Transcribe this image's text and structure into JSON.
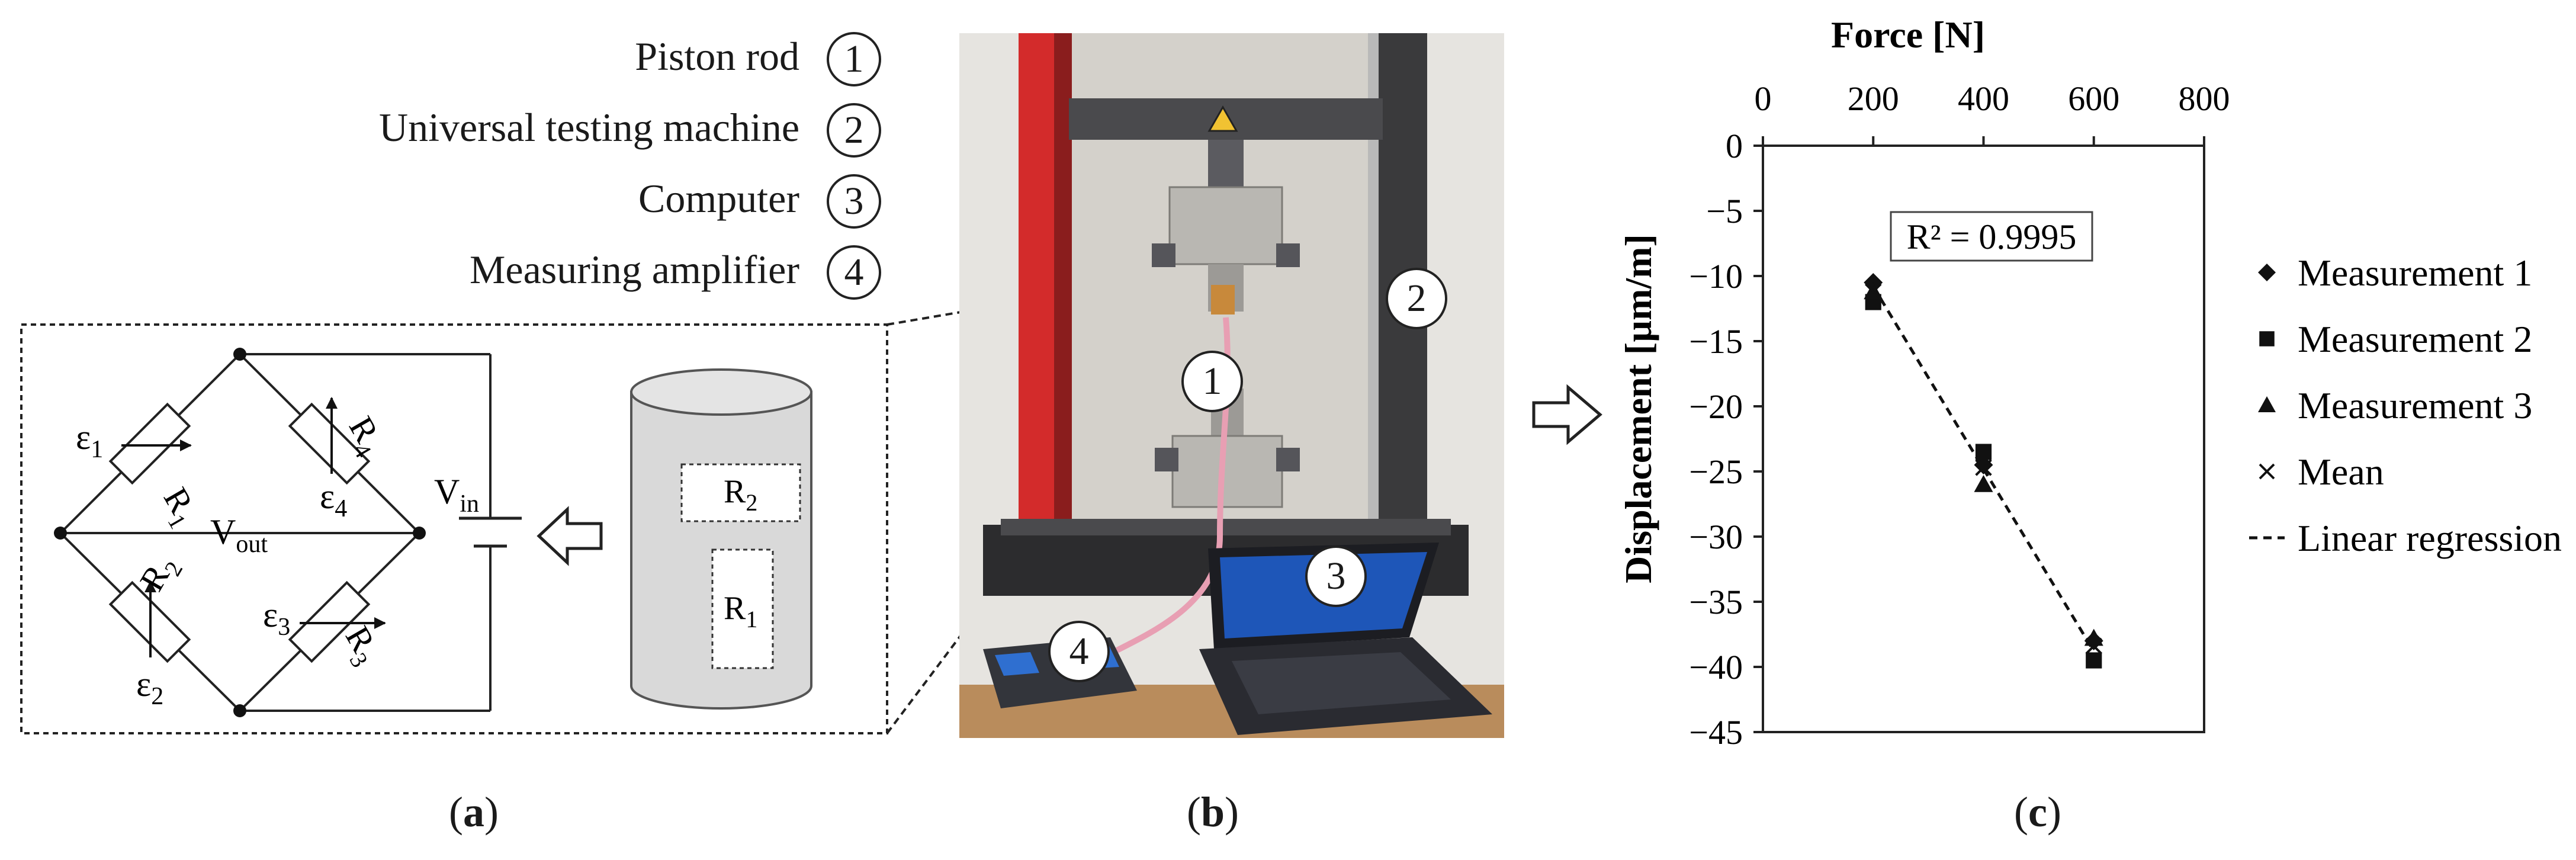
{
  "legend": {
    "items": [
      {
        "label": "Piston rod",
        "num": "1"
      },
      {
        "label": "Universal testing machine",
        "num": "2"
      },
      {
        "label": "Computer",
        "num": "3"
      },
      {
        "label": "Measuring amplifier",
        "num": "4"
      }
    ]
  },
  "circuit": {
    "eps1": "ε",
    "eps1_sub": "1",
    "eps2": "ε",
    "eps2_sub": "2",
    "eps3": "ε",
    "eps3_sub": "3",
    "eps4": "ε",
    "eps4_sub": "4",
    "r1": "R",
    "r1_sub": "1",
    "r2": "R",
    "r2_sub": "2",
    "r3": "R",
    "r3_sub": "3",
    "r4": "R",
    "r4_sub": "4",
    "vout": "V",
    "vout_sub": "out",
    "vin": "V",
    "vin_sub": "in"
  },
  "cylinder": {
    "r2": "R",
    "r2_sub": "2",
    "r1": "R",
    "r1_sub": "1"
  },
  "photo": {
    "markers": [
      "1",
      "2",
      "3",
      "4"
    ]
  },
  "panels": {
    "a": "a",
    "b": "b",
    "c": "c",
    "open": "(",
    "close": ")"
  },
  "colors": {
    "frame_red": "#d32b2b",
    "frame_dark": "#3a3a3c",
    "cylinder_fill": "#d9d9d9",
    "screen_blue": "#1e56b8",
    "lab_wall": "#e6e4e0"
  },
  "icons": {
    "hollow_arrow_left": "hollow-arrow-left-icon",
    "hollow_arrow_right": "hollow-arrow-right-icon"
  },
  "chart_data": {
    "type": "scatter",
    "xlabel": "Force [N]",
    "ylabel": "Displacement [µm/m]",
    "xlim": [
      0,
      800
    ],
    "ylim": [
      -45,
      0
    ],
    "x_ticks": [
      "0",
      "200",
      "400",
      "600",
      "800"
    ],
    "y_ticks": [
      "0",
      "−5",
      "−10",
      "−15",
      "−20",
      "−25",
      "−30",
      "−35",
      "−40",
      "−45"
    ],
    "x_axis_position": "top",
    "grid": false,
    "annotation": "R² = 0.9995",
    "legend_position": "right",
    "series": [
      {
        "name": "Measurement 1",
        "marker": "diamond",
        "x": [
          200,
          400,
          600
        ],
        "y": [
          -10.5,
          -24.5,
          -38.0
        ]
      },
      {
        "name": "Measurement 2",
        "marker": "square",
        "x": [
          200,
          400,
          600
        ],
        "y": [
          -12.0,
          -23.5,
          -39.5
        ]
      },
      {
        "name": "Measurement 3",
        "marker": "triangle",
        "x": [
          200,
          400,
          600
        ],
        "y": [
          -11.2,
          -26.0,
          -37.8
        ]
      },
      {
        "name": "Mean",
        "marker": "x",
        "x": [
          200,
          400,
          600
        ],
        "y": [
          -11.2,
          -24.7,
          -38.4
        ]
      },
      {
        "name": "Linear regression",
        "marker": "dashed-line",
        "x": [
          200,
          600
        ],
        "y": [
          -10.8,
          -38.8
        ]
      }
    ]
  }
}
